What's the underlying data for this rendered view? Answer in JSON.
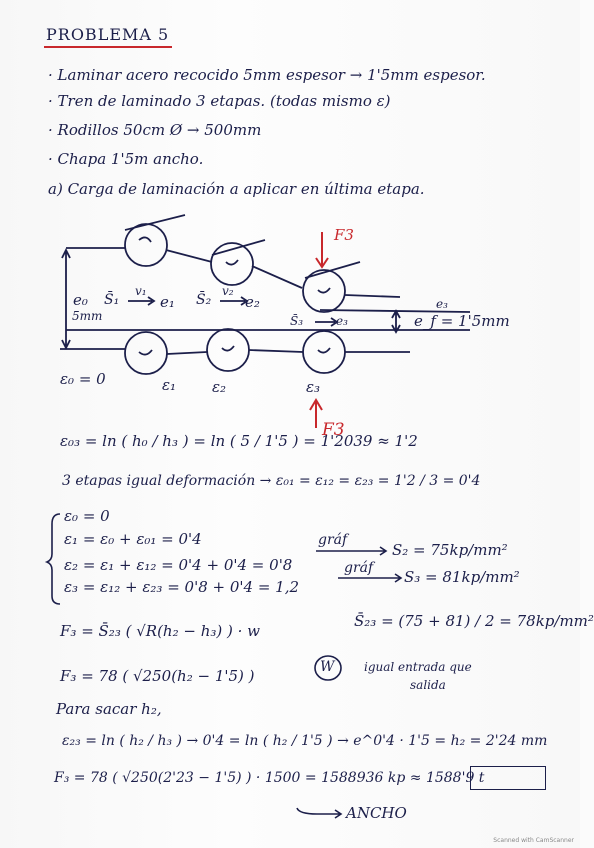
{
  "title": "PROBLEMA 5",
  "bullets": [
    "· Laminar acero recocido 5mm espesor → 1'5mm espesor.",
    "· Tren de laminado 3 etapas. (todas mismo ε)",
    "· Rodillos 50cm Ø → 500mm",
    "· Chapa 1'5m ancho."
  ],
  "part_a": "a) Carga de laminación a aplicar en última etapa.",
  "diagram": {
    "force_top": "F3",
    "force_bottom": "F3",
    "e0": "e₀",
    "e0_value": "5mm",
    "s1": "S̄₁",
    "v1": "v₁",
    "e1": "e₁",
    "s2": "S̄₂",
    "v2": "v₂",
    "e2": "e₂",
    "s3": "S̄₃",
    "e3_inline": "e₃",
    "e3_top": "e₃",
    "ef": "e_f = 1'5mm",
    "eps0": "ε₀ = 0",
    "eps1": "ε₁",
    "eps2": "ε₂",
    "eps3": "ε₃"
  },
  "math": {
    "eps03": "ε₀₃ = ln ( h₀ / h₃ ) = ln ( 5 / 1'5 ) = 1'2039 ≈ 1'2",
    "etapas": "3 etapas igual deformación → ε₀₁ = ε₁₂ = ε₂₃ = 1'2 / 3 = 0'4",
    "sys0": "ε₀ = 0",
    "sys1": "ε₁ = ε₀ + ε₀₁ = 0'4",
    "sys2": "ε₂ = ε₁ + ε₁₂ = 0'4 + 0'4 = 0'8",
    "sys3": "ε₃ = ε₁₂ + ε₂₃ = 0'8 + 0'4 = 1,2",
    "graf1": "gráf",
    "graf2": "gráf",
    "s2": "S₂ = 75kp/mm²",
    "s3": "S₃ = 81kp/mm²",
    "f3_formula": "F₃ = S̄₂₃ ( √R(h₂ − h₃) ) · w",
    "s23": "S̄₂₃ = (75 + 81) / 2 = 78kp/mm²",
    "f3_sub": "F₃ = 78 ( √250(h₂ − 1'5) )",
    "w_circle": "W",
    "w_note1": "igual entrada que",
    "w_note2": "salida",
    "para": "Para sacar h₂,",
    "eps23": "ε₂₃ = ln ( h₂ / h₃ ) → 0'4 = ln ( h₂ / 1'5 ) → e^0'4 · 1'5 = h₂ = 2'24 mm",
    "f3_final": "F₃ = 78 ( √250(2'23 − 1'5) ) · 1500 = 1588936 kp ≈ 1588'9 t",
    "ancho": "ANCHO"
  },
  "footer": "Scanned with CamScanner"
}
